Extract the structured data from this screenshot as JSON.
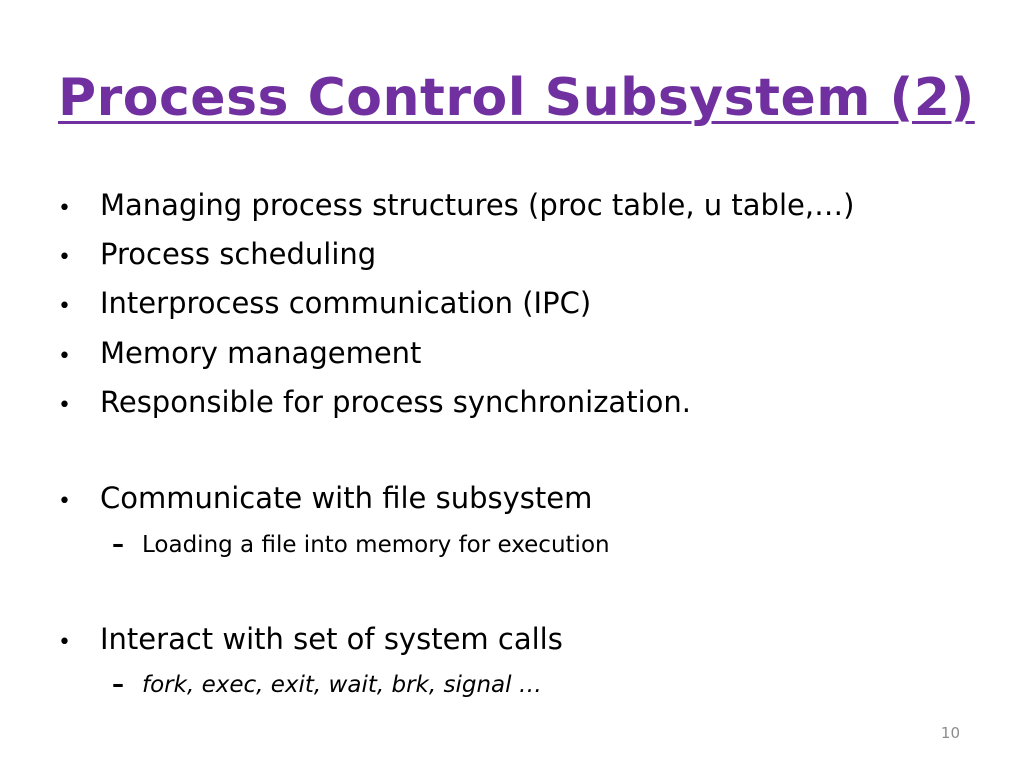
{
  "slide": {
    "title": "Process Control Subsystem (2)",
    "bullets": [
      {
        "marker": "•",
        "text": "Managing process structures (proc table, u table,…)"
      },
      {
        "marker": "•",
        "text": "Process scheduling"
      },
      {
        "marker": "•",
        "text": "Interprocess communication (IPC)"
      },
      {
        "marker": "•",
        "text": "Memory management"
      },
      {
        "marker": "•",
        "text": "Responsible for process synchronization."
      },
      {
        "marker": "•",
        "text": "Communicate with file subsystem"
      },
      {
        "marker": "–",
        "text": "Loading a file into memory for execution"
      },
      {
        "marker": "•",
        "text": "Interact with set of system calls"
      },
      {
        "marker": "–",
        "text": "fork, exec, exit, wait, brk, signal …"
      }
    ],
    "page_number": "10",
    "colors": {
      "title": "#7030a0",
      "text": "#000000",
      "page_number": "#8c8c8c"
    }
  }
}
